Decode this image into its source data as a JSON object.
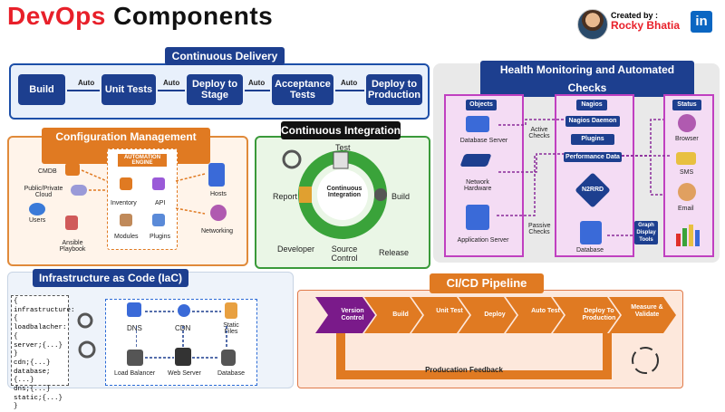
{
  "header": {
    "title_part1": "DevOps",
    "title_part2": "Components",
    "created_by": "Created by :",
    "author": "Rocky Bhatia",
    "linkedin": "in"
  },
  "colors": {
    "accent_red": "#e8202a",
    "navy": "#1d3f8f",
    "orange": "#e07a22",
    "green": "#3a9a3a",
    "purple": "#c040c0"
  },
  "continuous_delivery": {
    "title": "Continuous Delivery",
    "auto_label": "Auto",
    "steps": [
      "Build",
      "Unit Tests",
      "Deploy to Stage",
      "Acceptance Tests",
      "Deploy to Production"
    ]
  },
  "config_mgmt": {
    "title": "Configuration Management System",
    "engine": "AUTOMATION ENGINE",
    "cmdb": "CMDB",
    "cloud": "Public/Private Cloud",
    "users": "Users",
    "playbook": "Ansible Playbook",
    "inventory": "Inventory",
    "api": "API",
    "modules": "Modules",
    "plugins": "Plugins",
    "hosts": "Hosts",
    "networking": "Networking"
  },
  "continuous_integration": {
    "title": "Continuous Integration",
    "center": "Continuous Integration",
    "test": "Test",
    "report": "Report",
    "build": "Build",
    "developer": "Developer",
    "source_control": "Source Control",
    "release": "Release"
  },
  "health": {
    "title": "Health Monitoring and Automated Checks",
    "objects_head": "Objects",
    "nagios_head": "Nagios",
    "status_head": "Status",
    "database_server": "Database Server",
    "network_hardware": "Network Hardware",
    "application_server": "Application Server",
    "active_checks": "Active Checks",
    "passive_checks": "Passive Checks",
    "nagios_daemon": "Nagios Daemon",
    "plugins": "Plugins",
    "performance_data": "Performance Data",
    "n2rrd": "N2RRD",
    "database": "Database",
    "graph_tools": "Graph Display Tools",
    "browser": "Browser",
    "sms": "SMS",
    "email": "Email"
  },
  "iac": {
    "title": "Infrastructure as Code (IaC)",
    "code_lines": [
      "{",
      "infrastructure:{",
      "loadbalacher:{",
      "server;{...}",
      "}",
      "cdn;{...}",
      "database;{...}",
      "dns;{...}",
      "static;{...}",
      "}",
      "}"
    ],
    "dns": "DNS",
    "cdn": "CDN",
    "static_files": "Static Files",
    "load_balancer": "Load Balancer",
    "web_server": "Web Server",
    "database": "Database"
  },
  "cicd": {
    "title": "CI/CD Pipeline",
    "stages": [
      "Version Control",
      "Build",
      "Unit Test",
      "Deploy",
      "Auto Test",
      "Deploy To Production",
      "Measure & Validate"
    ],
    "feedback": "Producation Feedback"
  }
}
